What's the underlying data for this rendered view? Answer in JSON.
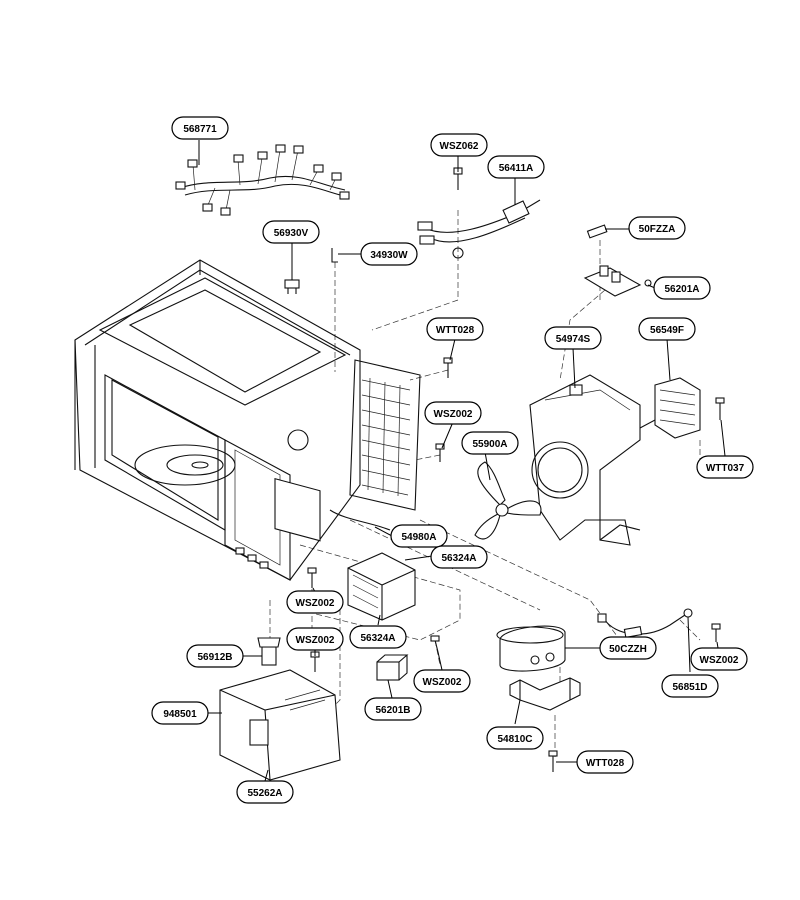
{
  "diagram": {
    "labels": [
      {
        "id": "l1",
        "text": "568771"
      },
      {
        "id": "l2",
        "text": "WSZ062"
      },
      {
        "id": "l3",
        "text": "56411A"
      },
      {
        "id": "l4",
        "text": "56930V"
      },
      {
        "id": "l5",
        "text": "34930W"
      },
      {
        "id": "l6",
        "text": "50FZZA"
      },
      {
        "id": "l7",
        "text": "56201A"
      },
      {
        "id": "l8",
        "text": "WTT028"
      },
      {
        "id": "l9",
        "text": "54974S"
      },
      {
        "id": "l10",
        "text": "56549F"
      },
      {
        "id": "l11",
        "text": "WSZ002"
      },
      {
        "id": "l12",
        "text": "55900A"
      },
      {
        "id": "l13",
        "text": "WTT037"
      },
      {
        "id": "l14",
        "text": "54980A"
      },
      {
        "id": "l15",
        "text": "56324A"
      },
      {
        "id": "l16",
        "text": "WSZ002"
      },
      {
        "id": "l17",
        "text": "56324A"
      },
      {
        "id": "l18",
        "text": "56912B"
      },
      {
        "id": "l19",
        "text": "WSZ002"
      },
      {
        "id": "l20",
        "text": "50CZZH"
      },
      {
        "id": "l21",
        "text": "WSZ002"
      },
      {
        "id": "l22",
        "text": "WSZ002"
      },
      {
        "id": "l23",
        "text": "948501"
      },
      {
        "id": "l24",
        "text": "56201B"
      },
      {
        "id": "l25",
        "text": "56851D"
      },
      {
        "id": "l26",
        "text": "54810C"
      },
      {
        "id": "l27",
        "text": "55262A"
      },
      {
        "id": "l28",
        "text": "WTT028"
      }
    ]
  }
}
